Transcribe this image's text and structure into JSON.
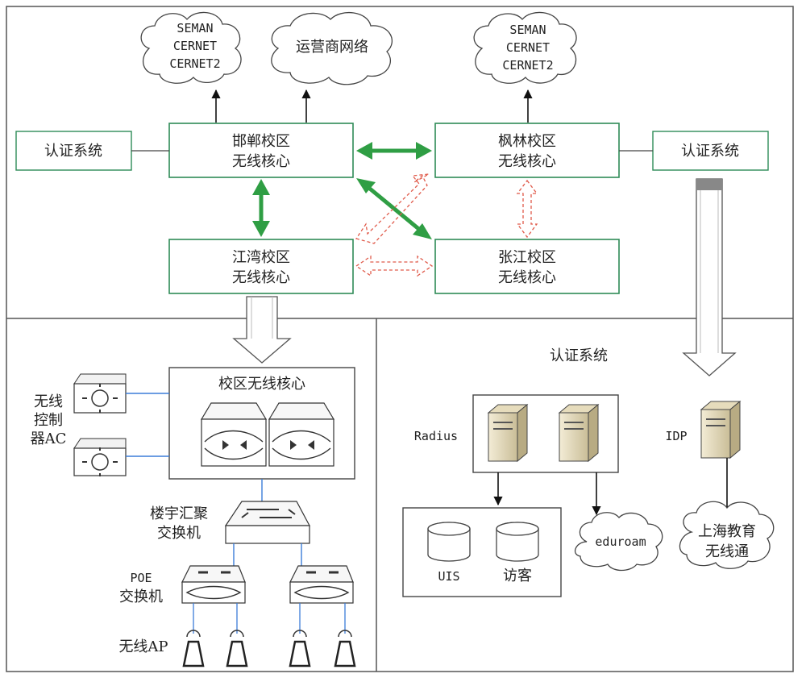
{
  "clouds": {
    "left": [
      "SEMAN",
      "CERNET",
      "CERNET2"
    ],
    "middle": "运营商网络",
    "right": [
      "SEMAN",
      "CERNET",
      "CERNET2"
    ],
    "eduroam": "eduroam",
    "shanghai": [
      "上海教育",
      "无线通"
    ]
  },
  "cores": {
    "handan": [
      "邯郸校区",
      "无线核心"
    ],
    "fenglin": [
      "枫林校区",
      "无线核心"
    ],
    "jiangwan": [
      "江湾校区",
      "无线核心"
    ],
    "zhangjiang": [
      "张江校区",
      "无线核心"
    ]
  },
  "auth_left": "认证系统",
  "auth_right": "认证系统",
  "campus_core": "校区无线核心",
  "ac_label": [
    "无线",
    "控制",
    "器AC"
  ],
  "aggregation": [
    "楼宇汇聚",
    "交换机"
  ],
  "poe": [
    "POE",
    "交换机"
  ],
  "ap_label": "无线AP",
  "auth_section_title": "认证系统",
  "radius_label": "Radius",
  "idp_label": "IDP",
  "databases": [
    "UIS",
    "访客"
  ],
  "colors": {
    "box_border": "#2e8b57",
    "green_arrow": "#2f9e44",
    "red_dashed": "#e05a4a",
    "blue_line": "#3b7dd8"
  }
}
